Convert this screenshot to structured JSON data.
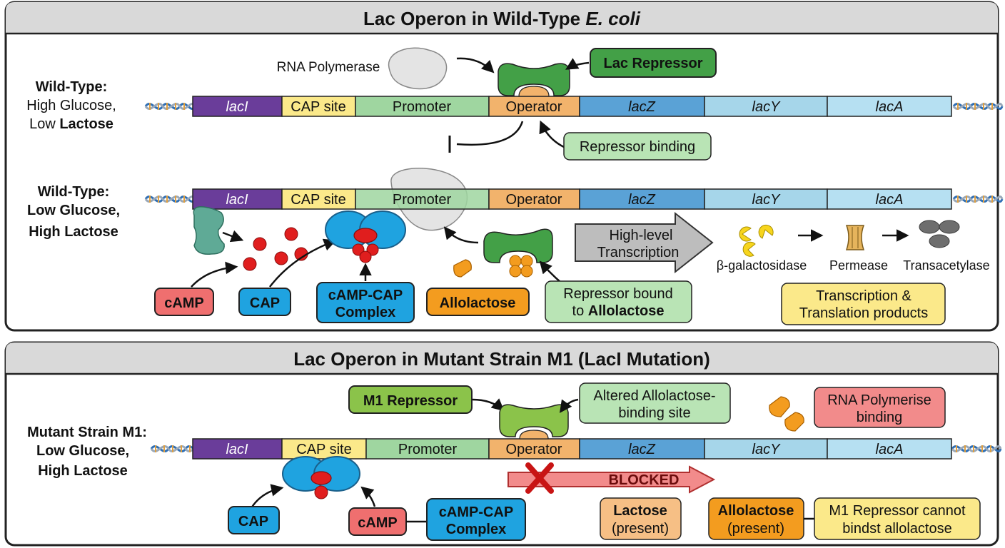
{
  "panel1": {
    "title": "Lac Operon in Wild-Type ",
    "title_italic": "E. coli",
    "rowA": {
      "label_line1": "Wild-Type:",
      "label_line2": "High Glucose,",
      "label_line3_pre": "Low ",
      "label_line3_bold": "Lactose",
      "rna_pol_label": "RNA Polymerase",
      "lac_repressor": "Lac Repressor",
      "repressor_binding": "Repressor binding"
    },
    "rowB": {
      "label_line1": "Wild-Type:",
      "label_line2": "Low Glucose,",
      "label_line3": "High Lactose",
      "camp": "cAMP",
      "cap": "CAP",
      "complex_line1": "cAMP-CAP",
      "complex_line2": "Complex",
      "allolactose": "Allolactose",
      "repressor_bound_line1": "Repressor bound",
      "repressor_bound_line2_pre": "to ",
      "repressor_bound_line2_bold": "Allolactose",
      "arrow_line1": "High-level",
      "arrow_line2": "Transcription",
      "product1": "β-galactosidase",
      "product2": "Permease",
      "product3": "Transacetylase",
      "products_box_line1": "Transcription &",
      "products_box_line2": "Translation products"
    }
  },
  "panel2": {
    "title": "Lac Operon in Mutant Strain M1 (LacI Mutation)",
    "label_line1": "Mutant Strain M1:",
    "label_line2": "Low Glucose,",
    "label_line3": "High Lactose",
    "m1_repressor": "M1 Repressor",
    "altered_line1": "Altered Allolactose-",
    "altered_line2": "binding site",
    "rnapol_line1": "RNA Polymerise",
    "rnapol_line2": "binding",
    "blocked": "BLOCKED",
    "cap": "CAP",
    "camp": "cAMP",
    "complex_line1": "cAMP-CAP",
    "complex_line2": "Complex",
    "lactose": "Lactose",
    "lactose_sub": "(present)",
    "allolactose": "Allolactose",
    "allolactose_sub": "(present)",
    "cannot_line1": "M1 Repressor cannot",
    "cannot_line2": "bindst allolactose"
  },
  "genes": {
    "lacI": "lacI",
    "cap_site": "CAP site",
    "promoter": "Promoter",
    "operator": "Operator",
    "lacZ": "lacZ",
    "lacY": "lacY",
    "lacA": "lacA"
  },
  "colors": {
    "lacI": "#6a3d9a",
    "cap_site": "#fbe98a",
    "promoter": "#9fd6a0",
    "operator": "#f2b36c",
    "lacZ": "#5aa2d6",
    "lacY": "#a6d6ea",
    "lacA": "#b6e0f2",
    "repressor": "#43a047",
    "m1_repressor": "#8bc34a",
    "cap_protein": "#1fa3e0",
    "camp": "#e01e1e",
    "allolactose": "#f39c1f",
    "blocked": "#f28b8b"
  }
}
